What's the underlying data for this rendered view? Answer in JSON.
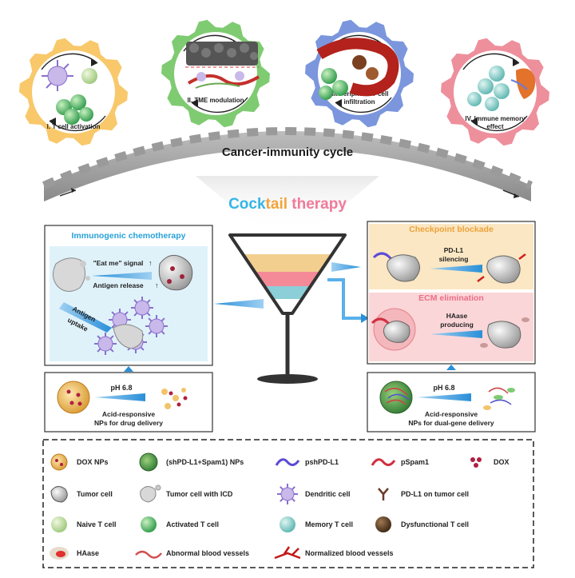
{
  "cycle": {
    "title": "Cancer-immunity cycle",
    "stages": [
      {
        "label_lines": [
          "I. T cell activation"
        ],
        "color": "#f8c86a"
      },
      {
        "label_lines": [
          "II. TME modulation"
        ],
        "color": "#7fcb72"
      },
      {
        "label_lines": [
          "III. Peripheral T cell",
          "infiltration"
        ],
        "color": "#7b96dd"
      },
      {
        "label_lines": [
          "IV. Immune memory",
          "effect"
        ],
        "color": "#ee8f9c"
      }
    ]
  },
  "cocktail": {
    "part1": "Cock",
    "part2": "tail",
    "part3": " therapy",
    "color1": "#35b5e6",
    "color2": "#f2a43c",
    "color3": "#f07a9a"
  },
  "left": {
    "title": "Immunogenic chemotherapy",
    "eat_me": "\"Eat me\" signal",
    "antigen_release": "Antigen release",
    "antigen_uptake_lines": [
      "Antigen",
      "uptake"
    ],
    "np_ph": "pH 6.8",
    "np_lines": [
      "Acid-responsive",
      "NPs for drug delivery"
    ]
  },
  "right": {
    "checkpoint_title": "Checkpoint blockade",
    "pdl1_lines": [
      "PD-L1",
      "silencing"
    ],
    "ecm_title": "ECM elimination",
    "haase_lines": [
      "HAase",
      "producing"
    ],
    "np_ph": "pH 6.8",
    "np_lines": [
      "Acid-responsive",
      "NPs for dual-gene delivery"
    ]
  },
  "legend": {
    "rows": [
      [
        "DOX NPs",
        "(shPD-L1+Spam1) NPs",
        "pshPD-L1",
        "pSpam1",
        "DOX"
      ],
      [
        "Tumor cell",
        "Tumor cell with ICD",
        "Dendritic cell",
        "PD-L1 on tumor cell"
      ],
      [
        "Naive T cell",
        "Activated T cell",
        "Memory T cell",
        "Dysfunctional T cell"
      ],
      [
        "HAase",
        "Abnormal blood vessels",
        "Normalized blood vessels"
      ]
    ]
  }
}
